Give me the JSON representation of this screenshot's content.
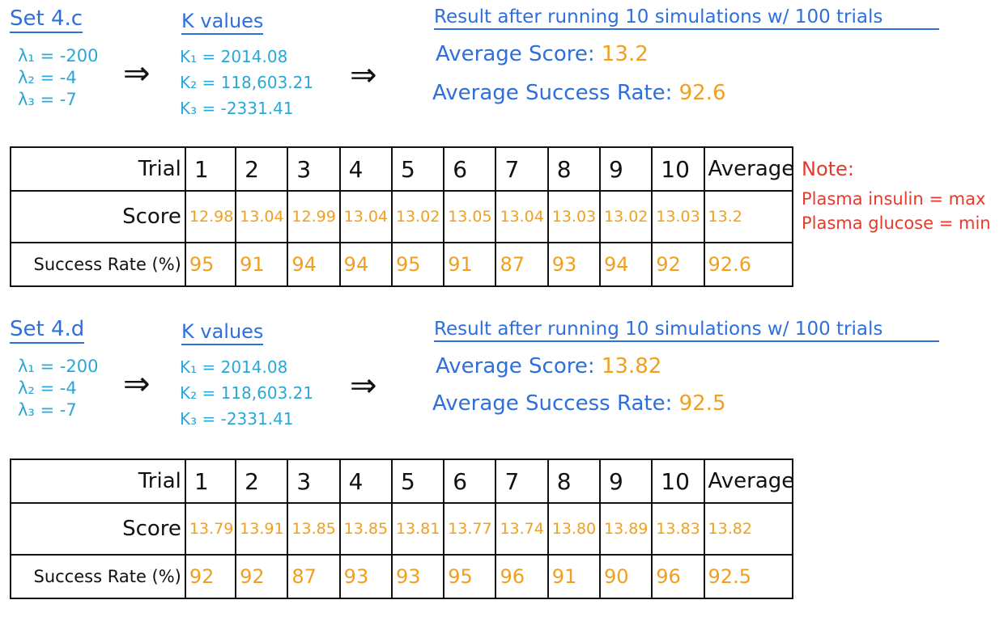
{
  "sets": [
    {
      "title": "Set 4.c",
      "lambdas": [
        "λ₁ = -200",
        "λ₂ = -4",
        "λ₃ = -7"
      ],
      "k_title": "K values",
      "k_values": [
        "K₁ = 2014.08",
        "K₂ = 118,603.21",
        "K₃ = -2331.41"
      ],
      "arrow": "⇒",
      "result_header": "Result after running 10 simulations w/ 100 trials",
      "avg_score_label": "Average Score:",
      "avg_score_value": "13.2",
      "avg_rate_label": "Average Success Rate:",
      "avg_rate_value": "92.6",
      "table": {
        "row_labels": [
          "Trial",
          "Score",
          "Success Rate (%)"
        ],
        "columns": [
          "1",
          "2",
          "3",
          "4",
          "5",
          "6",
          "7",
          "8",
          "9",
          "10",
          "Average"
        ],
        "scores": [
          "12.98",
          "13.04",
          "12.99",
          "13.04",
          "13.02",
          "13.05",
          "13.04",
          "13.03",
          "13.02",
          "13.03",
          "13.2"
        ],
        "rates": [
          "95",
          "91",
          "94",
          "94",
          "95",
          "91",
          "87",
          "93",
          "94",
          "92",
          "92.6"
        ]
      }
    },
    {
      "title": "Set 4.d",
      "lambdas": [
        "λ₁ = -200",
        "λ₂ = -4",
        "λ₃ = -7"
      ],
      "k_title": "K values",
      "k_values": [
        "K₁ = 2014.08",
        "K₂ = 118,603.21",
        "K₃ = -2331.41"
      ],
      "arrow": "⇒",
      "result_header": "Result after running 10 simulations w/ 100 trials",
      "avg_score_label": "Average Score:",
      "avg_score_value": "13.82",
      "avg_rate_label": "Average Success Rate:",
      "avg_rate_value": "92.5",
      "table": {
        "row_labels": [
          "Trial",
          "Score",
          "Success Rate (%)"
        ],
        "columns": [
          "1",
          "2",
          "3",
          "4",
          "5",
          "6",
          "7",
          "8",
          "9",
          "10",
          "Average"
        ],
        "scores": [
          "13.79",
          "13.91",
          "13.85",
          "13.85",
          "13.81",
          "13.77",
          "13.74",
          "13.80",
          "13.89",
          "13.83",
          "13.82"
        ],
        "rates": [
          "92",
          "92",
          "87",
          "93",
          "93",
          "95",
          "96",
          "91",
          "90",
          "96",
          "92.5"
        ]
      }
    }
  ],
  "note": {
    "title": "Note:",
    "lines": [
      "Plasma insulin = max",
      "Plasma glucose = min"
    ]
  }
}
